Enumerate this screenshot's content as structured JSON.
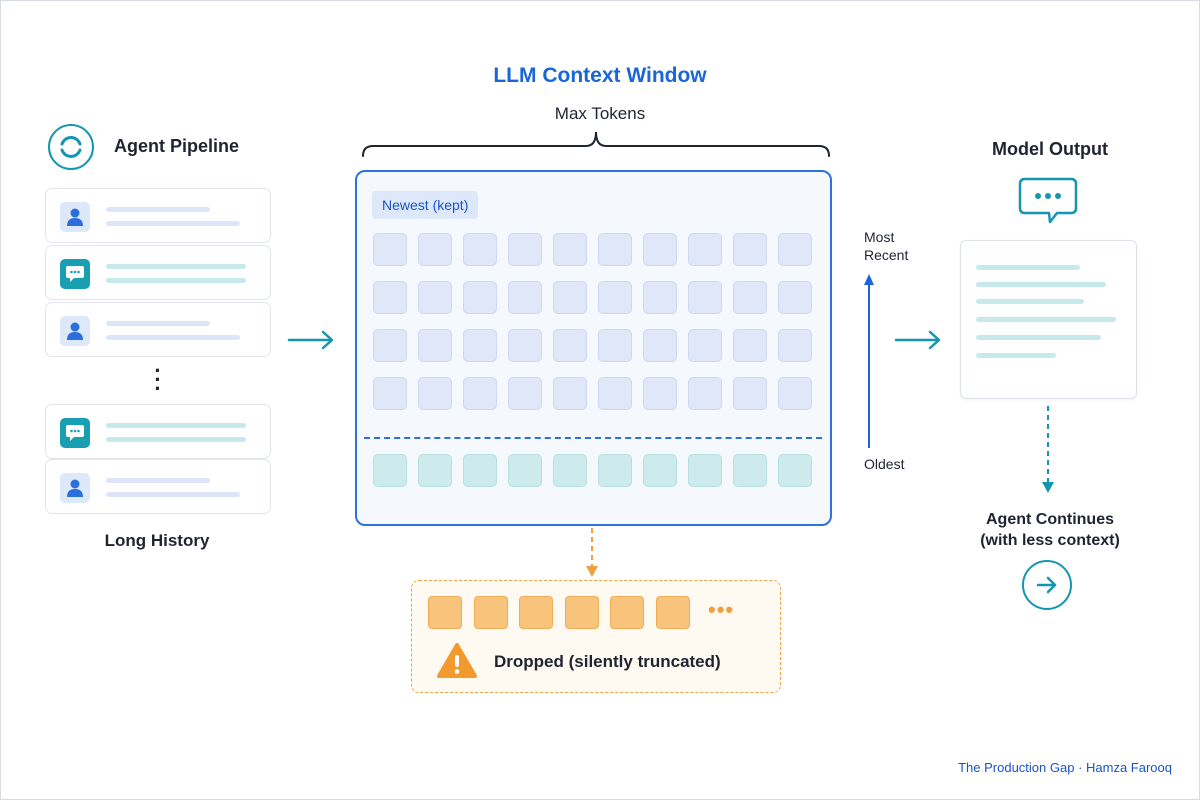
{
  "diagram": {
    "title": "LLM Context Window",
    "brace_label": "Max Tokens",
    "colors": {
      "accent_blue": "#1a66d9",
      "teal": "#1596b0",
      "orange": "#f2a340"
    }
  },
  "pipeline": {
    "title": "Agent Pipeline",
    "icon": "refresh-icon",
    "history_items": [
      {
        "type": "user",
        "icon": "user-icon"
      },
      {
        "type": "chat",
        "icon": "chat-bubble-icon"
      },
      {
        "type": "user",
        "icon": "user-icon"
      },
      {
        "type": "chat",
        "icon": "chat-bubble-icon"
      },
      {
        "type": "user",
        "icon": "user-icon"
      }
    ],
    "ellipsis": "⋮",
    "footer_label": "Long History"
  },
  "context_window": {
    "newest_label": "Newest (kept)",
    "columns": 10,
    "kept_rows": 4,
    "oldest_rows": 1,
    "recency_top_label_1": "Most",
    "recency_top_label_2": "Recent",
    "recency_bottom_label": "Oldest"
  },
  "dropped": {
    "token_count": 6,
    "ellipsis": "•••",
    "label": "Dropped (silently truncated)",
    "icon": "warning-icon"
  },
  "output": {
    "title": "Model Output",
    "icon": "speech-bubble-icon",
    "continue_label_line1": "Agent Continues",
    "continue_label_line2": "(with less context)",
    "continue_icon": "arrow-right-icon"
  },
  "credit": "The Production Gap · Hamza Farooq"
}
